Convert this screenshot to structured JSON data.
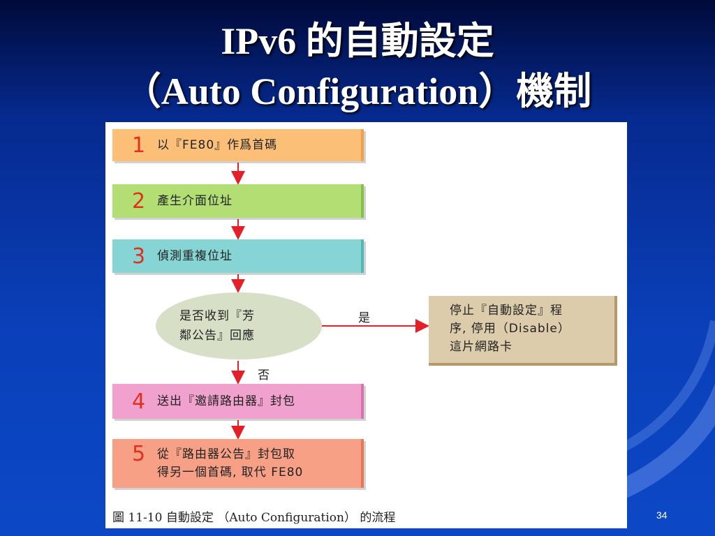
{
  "slide": {
    "title_line1": "IPv6 的自動設定",
    "title_line2": "（Auto Configuration）機制",
    "page_number": "34"
  },
  "diagram": {
    "steps": [
      {
        "num": "1",
        "text": "以『FE80』作爲首碼"
      },
      {
        "num": "2",
        "text": "產生介面位址"
      },
      {
        "num": "3",
        "text": "偵測重複位址"
      },
      {
        "num": "4",
        "text": "送出『邀請路由器』封包"
      },
      {
        "num": "5",
        "text_line1": "從『路由器公告』封包取",
        "text_line2": "得另一個首碼, 取代 FE80"
      }
    ],
    "decision": {
      "line1": "是否收到『芳",
      "line2": "鄰公告』回應"
    },
    "yes_label": "是",
    "no_label": "否",
    "result": {
      "line1": "停止『自動設定』程",
      "line2": "序, 停用（Disable）",
      "line3": "這片網路卡"
    },
    "caption": "圖 11-10 自動設定 （Auto Configuration） 的流程",
    "colors": {
      "arrow": "#e3202a"
    }
  }
}
